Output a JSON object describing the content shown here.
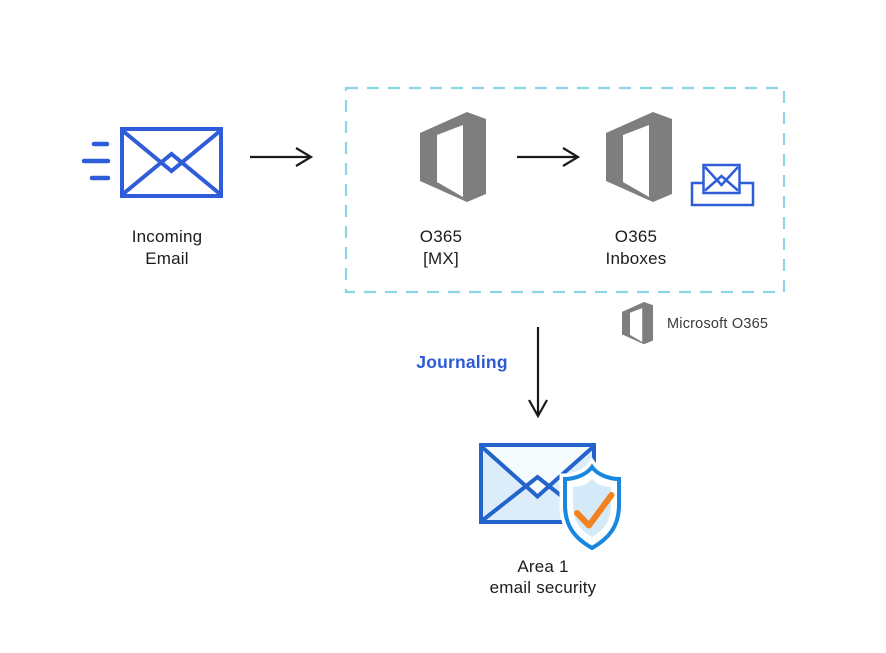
{
  "diagram": {
    "nodes": {
      "incoming_email": {
        "line1": "Incoming",
        "line2": "Email"
      },
      "o365_mx": {
        "line1": "O365",
        "line2": "[MX]"
      },
      "o365_inboxes": {
        "line1": "O365",
        "line2": "Inboxes"
      },
      "area1": {
        "line1": "Area 1",
        "line2": "email security"
      }
    },
    "legend": {
      "label": "Microsoft O365"
    },
    "journaling_label": "Journaling",
    "icons": {
      "incoming_email": "envelope-icon",
      "speed_lines": "motion-lines-icon",
      "o365_mx": "office-365-logo-icon",
      "o365_inboxes": "office-365-logo-icon",
      "inbox": "inbox-tray-envelope-icon",
      "legend": "office-365-logo-icon",
      "area1": "envelope-shield-check-icon",
      "flow": "arrow-icon"
    },
    "colors": {
      "royal_blue": "#2f5cd8",
      "area1_envelope_blue": "#2263cc",
      "shield_blue": "#1787e0",
      "light_blue_fill": "#ddecf9",
      "flap_fill": "#f6fbfe",
      "inner_shield_fill": "#d5eaf8",
      "check_orange": "#f5821f",
      "boundary_dash": "#8cd5e5",
      "office_gray": "#7e7e7e",
      "arrow_black": "#1a1a1a",
      "journaling_text": "#2d5bd5",
      "label_text": "#1c1c1c"
    }
  }
}
